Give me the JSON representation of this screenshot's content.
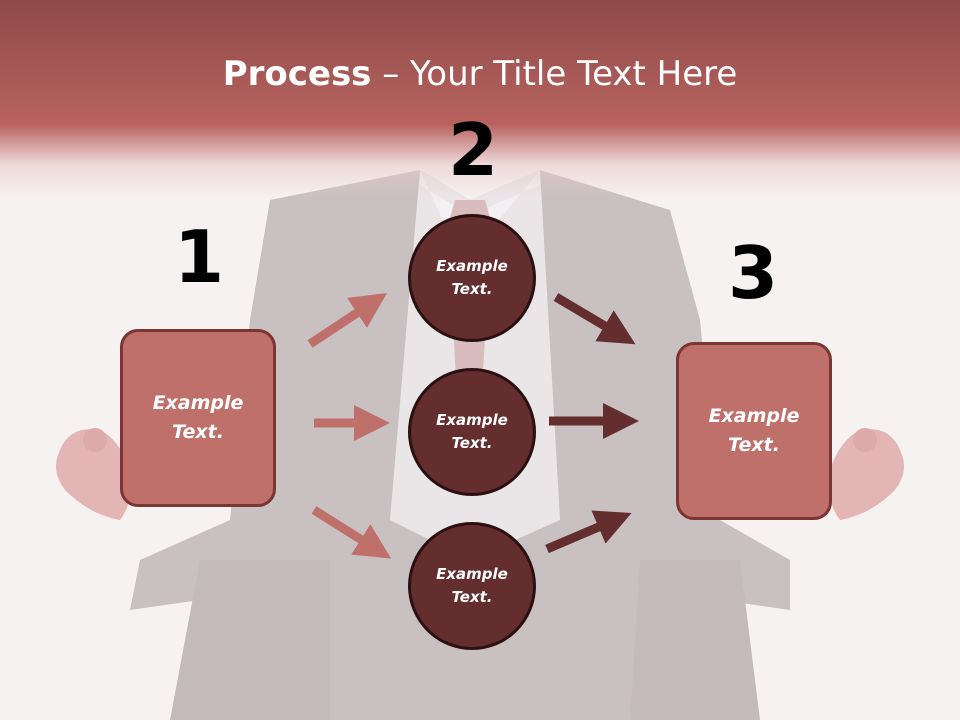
{
  "title": {
    "bold": "Process",
    "rest": " – Your Title Text Here"
  },
  "steps": [
    "1",
    "2",
    "3"
  ],
  "boxes": {
    "left": "Example\nText.",
    "right": "Example\nText."
  },
  "circles": {
    "top": "Example\nText.",
    "middle": "Example\nText.",
    "bottom": "Example\nText."
  },
  "colors": {
    "header": "#a85a57",
    "box_fill": "#c0706b",
    "box_border": "#7b3532",
    "circle_fill": "#642e2e",
    "arrow_light": "#c0706b",
    "arrow_dark": "#642e2e"
  }
}
